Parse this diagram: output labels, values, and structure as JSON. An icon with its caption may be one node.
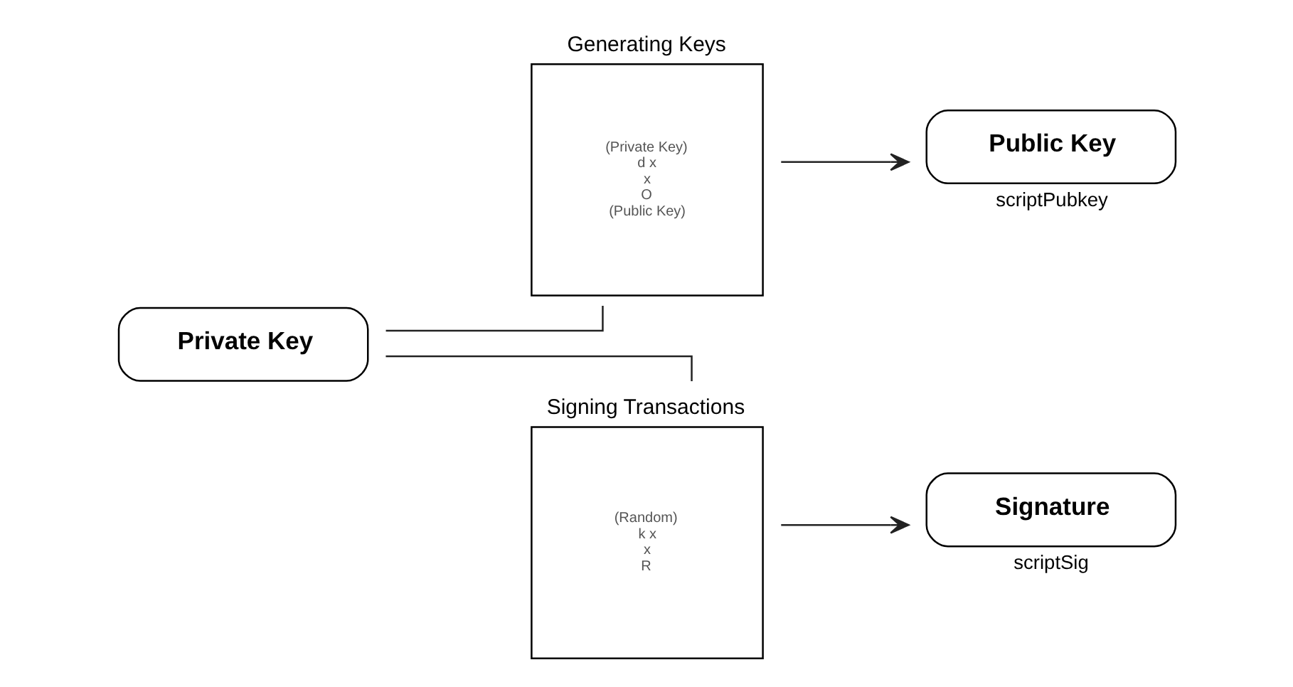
{
  "diagram": {
    "nodes": [
      {
        "text": [
          "Private Key"
        ]
      },
      {
        "text": [
          "Generating Keys",
          "(Private Key)",
          "d x",
          "x",
          "O",
          "(Public Key)"
        ]
      },
      {
        "text": [
          "Public Key"
        ],
        "beside": [
          "scriptPubkey"
        ]
      },
      {
        "text": [
          "Signing Transactions",
          "(Random)",
          "k x",
          "x",
          "R"
        ]
      },
      {
        "text": [
          "Signature"
        ],
        "beside": [
          "scriptSig"
        ]
      }
    ],
    "edges": [
      {
        "from": 0,
        "to": 1,
        "arrow": "none"
      },
      {
        "from": 1,
        "to": 2,
        "arrow": "to"
      },
      {
        "from": 0,
        "to": 3,
        "arrow": "none"
      },
      {
        "from": 3,
        "to": 4,
        "arrow": "to"
      }
    ]
  }
}
